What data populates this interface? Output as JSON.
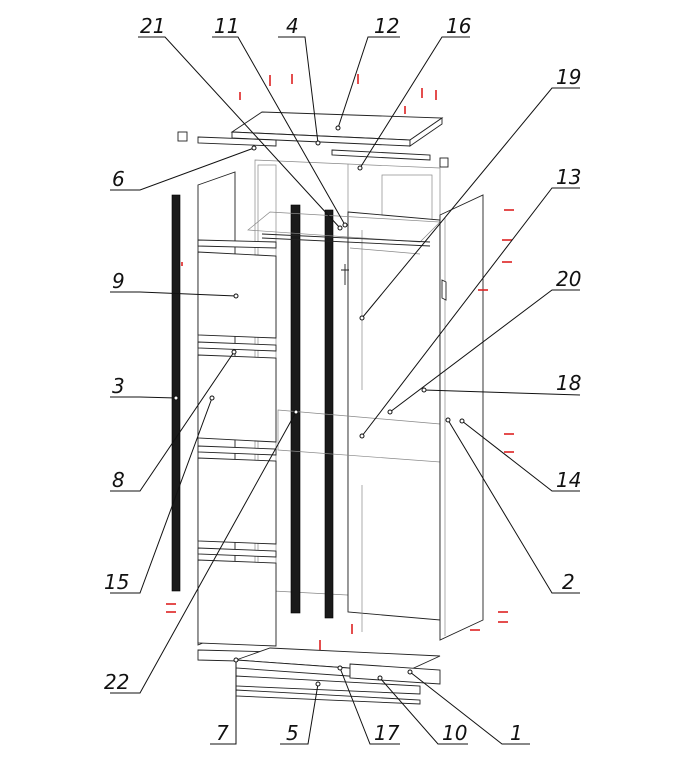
{
  "callouts": [
    {
      "id": "c21",
      "label": "21"
    },
    {
      "id": "c11",
      "label": "11"
    },
    {
      "id": "c4",
      "label": "4"
    },
    {
      "id": "c12",
      "label": "12"
    },
    {
      "id": "c16",
      "label": "16"
    },
    {
      "id": "c19",
      "label": "19"
    },
    {
      "id": "c13",
      "label": "13"
    },
    {
      "id": "c6",
      "label": "6"
    },
    {
      "id": "c9",
      "label": "9"
    },
    {
      "id": "c20",
      "label": "20"
    },
    {
      "id": "c3",
      "label": "3"
    },
    {
      "id": "c18",
      "label": "18"
    },
    {
      "id": "c8",
      "label": "8"
    },
    {
      "id": "c14",
      "label": "14"
    },
    {
      "id": "c15",
      "label": "15"
    },
    {
      "id": "c2",
      "label": "2"
    },
    {
      "id": "c22",
      "label": "22"
    },
    {
      "id": "c7",
      "label": "7"
    },
    {
      "id": "c5",
      "label": "5"
    },
    {
      "id": "c17",
      "label": "17"
    },
    {
      "id": "c10",
      "label": "10"
    },
    {
      "id": "c1",
      "label": "1"
    }
  ],
  "colors": {
    "line": "#222222",
    "bar": "#1a1a1a",
    "hardware": "#dd2222",
    "background": "#ffffff"
  }
}
